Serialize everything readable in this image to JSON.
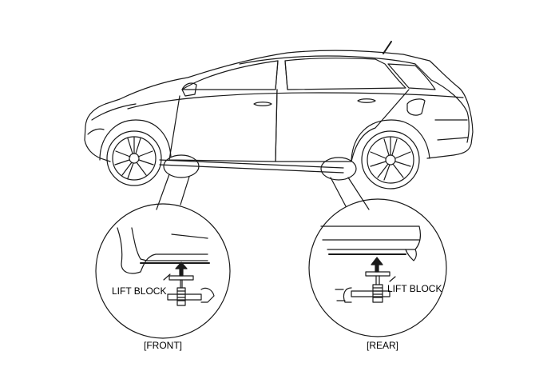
{
  "labels": {
    "front_lift_block": "LIFT BLOCK",
    "rear_lift_block": "LIFT BLOCK",
    "front_caption": "[FRONT]",
    "rear_caption": "[REAR]"
  },
  "colors": {
    "line": "#1a1a1a",
    "background": "#ffffff"
  }
}
